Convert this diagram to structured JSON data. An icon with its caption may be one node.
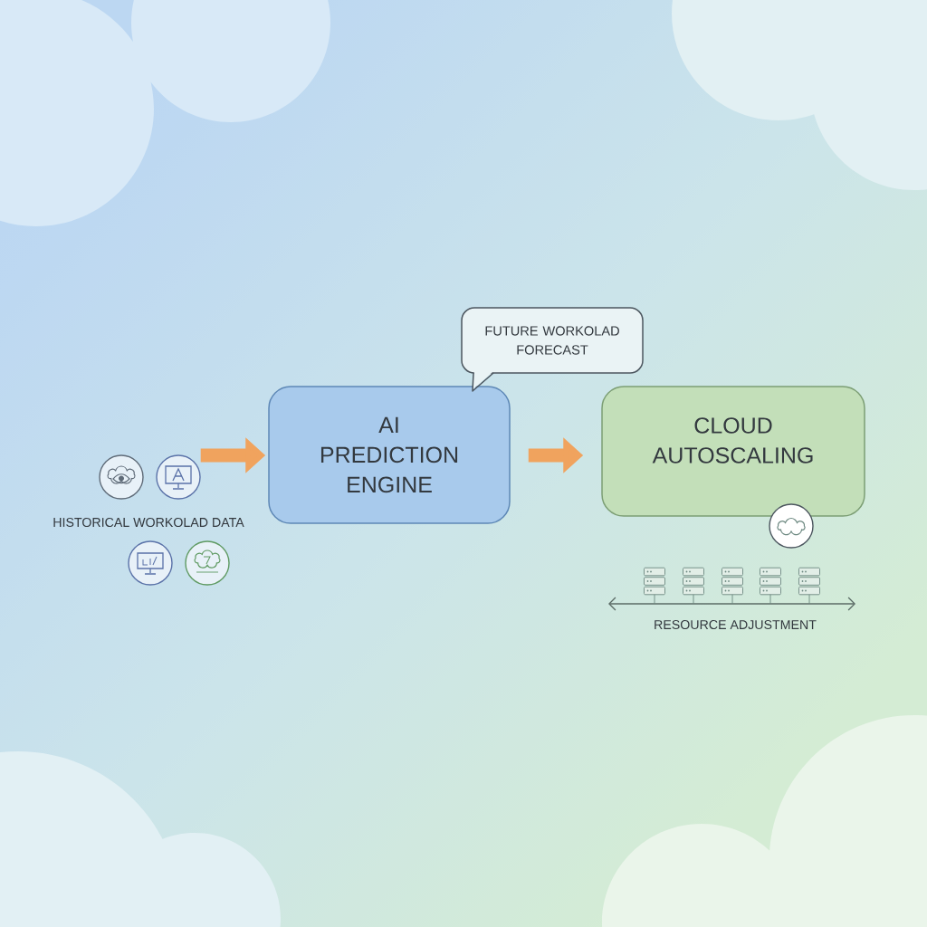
{
  "diagram": {
    "nodes": [
      {
        "text": [],
        "shape": "circle"
      },
      {
        "text": [
          "AI PREDICTION ENGINE"
        ]
      },
      {
        "text": [
          "FUTURE WORKOLAD FORECAST"
        ]
      },
      {
        "text": [
          "CLOUD AUTOSCALING"
        ]
      }
    ],
    "edges": [
      {
        "from": 0,
        "to": 1,
        "arrow": "to"
      },
      {
        "from": 1,
        "to": 3,
        "arrow": "to"
      }
    ],
    "labels": [
      "HISTORICAL WORKOLAD DATA",
      "RESOURCE ADJUSTMENT"
    ]
  }
}
